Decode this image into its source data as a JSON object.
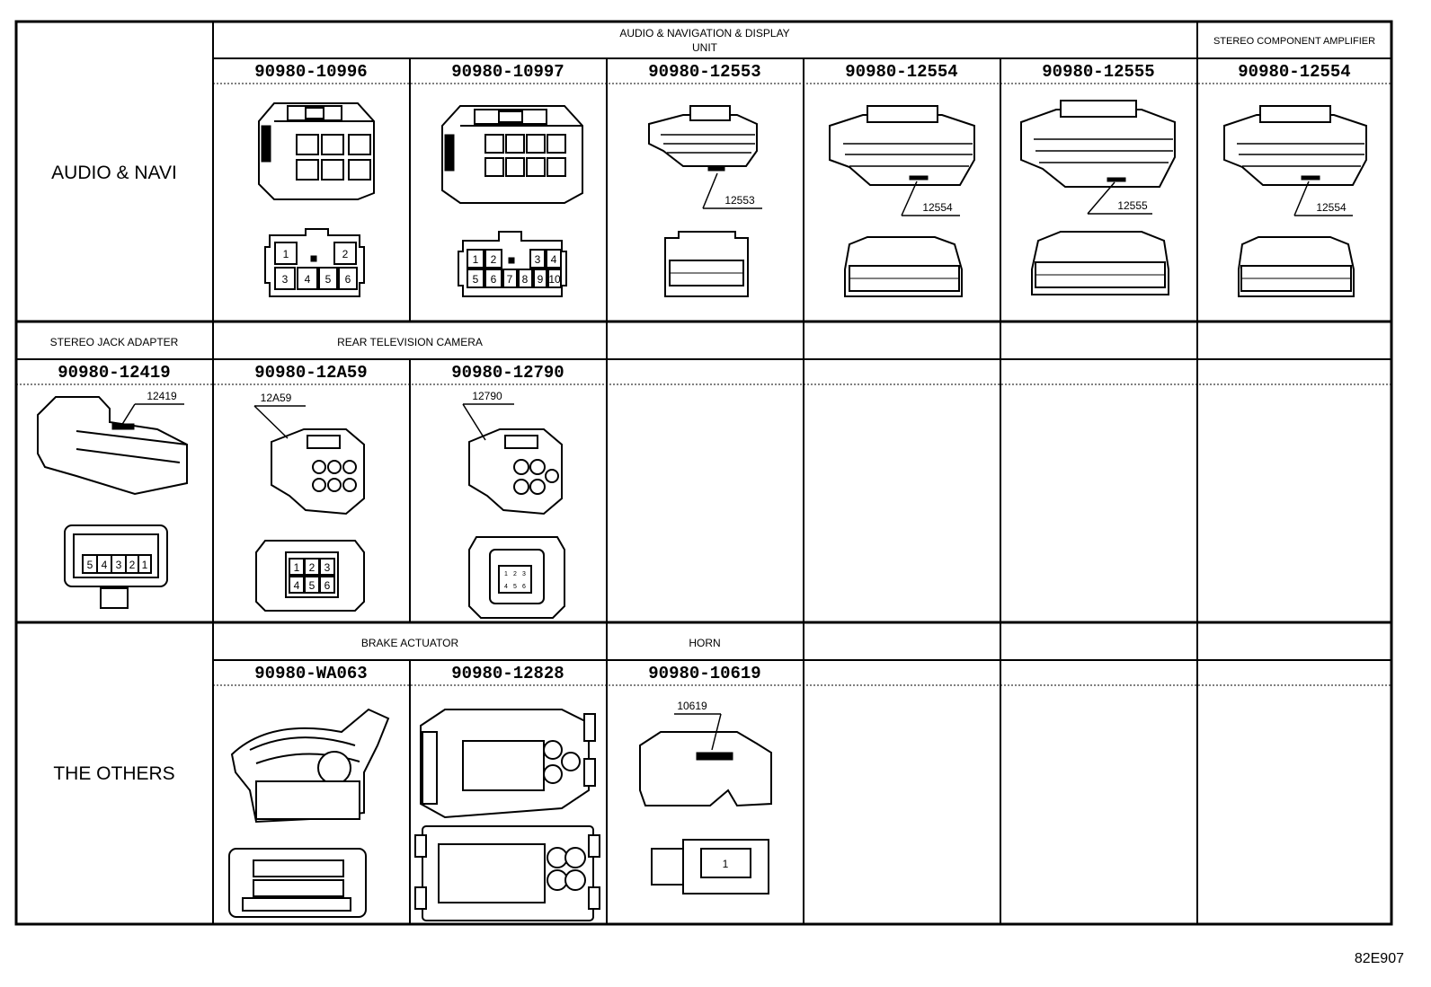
{
  "drawing_id": "82E907",
  "categories": {
    "audio_navi": "AUDIO & NAVI",
    "the_others": "THE OTHERS"
  },
  "row1": {
    "group_audio_nav": "AUDIO & NAVIGATION & DISPLAY",
    "group_audio_nav_line2": "UNIT",
    "group_stereo_amp": "STEREO COMPONENT AMPLIFIER",
    "parts": [
      "90980-10996",
      "90980-10997",
      "90980-12553",
      "90980-12554",
      "90980-12555",
      "90980-12554"
    ],
    "callouts": [
      "12553",
      "12554",
      "12555",
      "12554"
    ],
    "pins_10996": [
      "1",
      "2",
      "3",
      "4",
      "5",
      "6"
    ],
    "pins_10997": [
      "1",
      "2",
      "3",
      "4",
      "5",
      "6",
      "7",
      "8",
      "9",
      "10"
    ]
  },
  "row2": {
    "group_stereo_jack": "STEREO JACK ADAPTER",
    "group_rear_camera": "REAR TELEVISION CAMERA",
    "parts": [
      "90980-12419",
      "90980-12A59",
      "90980-12790"
    ],
    "callouts": [
      "12419",
      "12A59",
      "12790"
    ],
    "pins_12419": [
      "5",
      "4",
      "3",
      "2",
      "1"
    ],
    "pins_12A59": [
      "1",
      "2",
      "3",
      "4",
      "5",
      "6"
    ],
    "pins_12790": [
      "1",
      "2",
      "3",
      "4",
      "5",
      "6"
    ]
  },
  "row3": {
    "group_brake": "BRAKE ACTUATOR",
    "group_horn": "HORN",
    "parts": [
      "90980-WA063",
      "90980-12828",
      "90980-10619"
    ],
    "callouts": [
      "10619"
    ],
    "pins_10619": [
      "1"
    ]
  }
}
